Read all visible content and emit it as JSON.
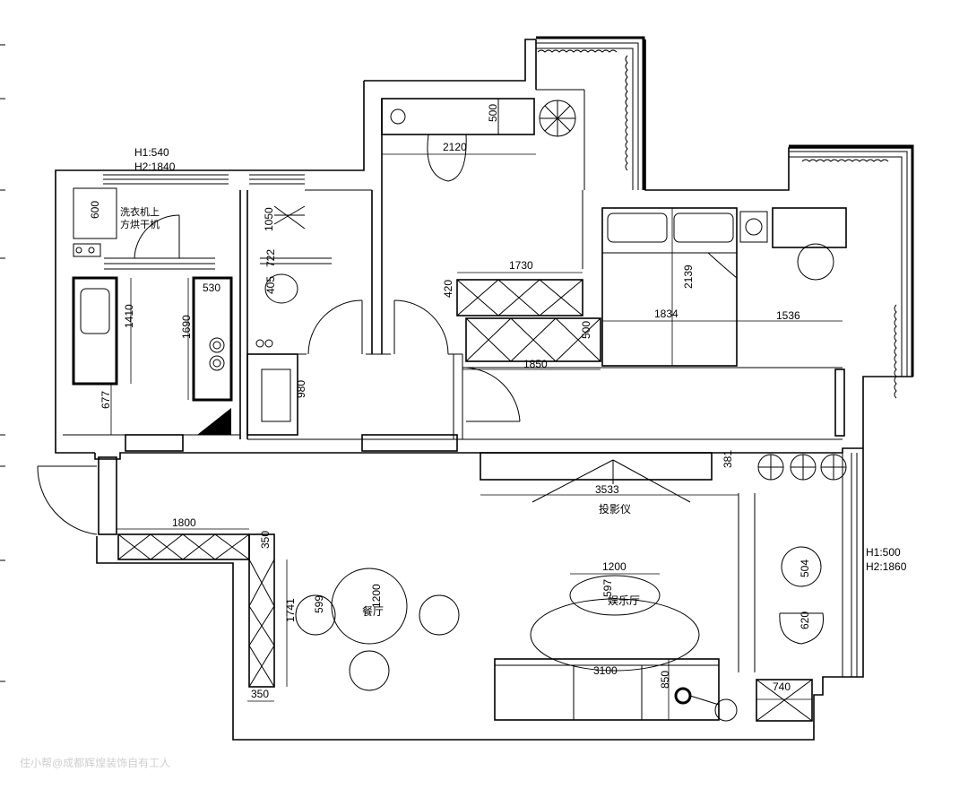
{
  "annotations": {
    "heights_top": [
      "H1:540",
      "H2:1840"
    ],
    "heights_right": [
      "H1:500",
      "H2:1860"
    ]
  },
  "labels": {
    "laundry": [
      "洗衣机上",
      "方烘干机"
    ],
    "projector": "投影仪",
    "entertainment": "娱乐厅",
    "dining": "餐厅"
  },
  "dimensions": {
    "d500": "500",
    "d2120": "2120",
    "d600": "600",
    "d1050": "1050",
    "d405": "405",
    "d722": "722",
    "d530": "530",
    "d1410": "1410",
    "d1690": "1690",
    "d677": "677",
    "d980": "980",
    "d420": "420",
    "d1730": "1730",
    "d500b": "500",
    "d1850": "1850",
    "d2139": "2139",
    "d1834": "1834",
    "d1536": "1536",
    "d381": "381",
    "d3533": "3533",
    "d1800": "1800",
    "d350a": "350",
    "d1741": "1741",
    "d599": "599",
    "d1200a": "1200",
    "d1200b": "1200",
    "d597": "597",
    "d3100": "3100",
    "d850": "850",
    "d350b": "350",
    "d504": "504",
    "d620": "620",
    "d740": "740"
  },
  "watermark": "住小帮@成都辉煌装饰自有工人"
}
